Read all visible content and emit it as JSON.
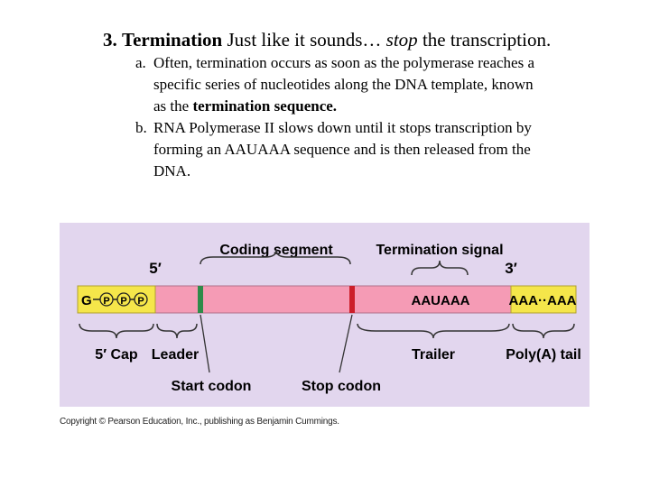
{
  "heading": {
    "number": "3.",
    "title": "Termination",
    "text_before": " Just like it sounds… ",
    "emphasis": "stop",
    "text_after": " the transcription."
  },
  "points": [
    {
      "letter": "a.",
      "line1": "Often, termination occurs as soon as the polymerase reaches a",
      "line2": "specific series of nucleotides along the DNA template, known",
      "line3_before": "as the ",
      "line3_bold": "termination sequence."
    },
    {
      "letter": "b.",
      "line1": "RNA Polymerase II slows down until it stops transcription by",
      "line2": "forming an AAUAAA sequence and is then released from the",
      "line3": "DNA."
    }
  ],
  "figure": {
    "label_coding_segment": "Coding segment",
    "label_termination_signal": "Termination signal",
    "label_5prime": "5′",
    "label_3prime": "3′",
    "cap_g": "G",
    "cap_p": "P",
    "sequence_aauaaa": "AAUAAA",
    "polya_text": "AAA··AAA",
    "label_5cap": "5′ Cap",
    "label_leader": "Leader",
    "label_trailer": "Trailer",
    "label_polya_tail": "Poly(A) tail",
    "label_start_codon": "Start codon",
    "label_stop_codon": "Stop codon",
    "colors": {
      "background": "#e2d6ee",
      "mrna": "#f59bb5",
      "cap": "#f5e64a",
      "start_codon": "#2e8b4a",
      "stop_codon": "#cc1f2a"
    }
  },
  "copyright": "Copyright © Pearson Education, Inc., publishing as Benjamin Cummings."
}
